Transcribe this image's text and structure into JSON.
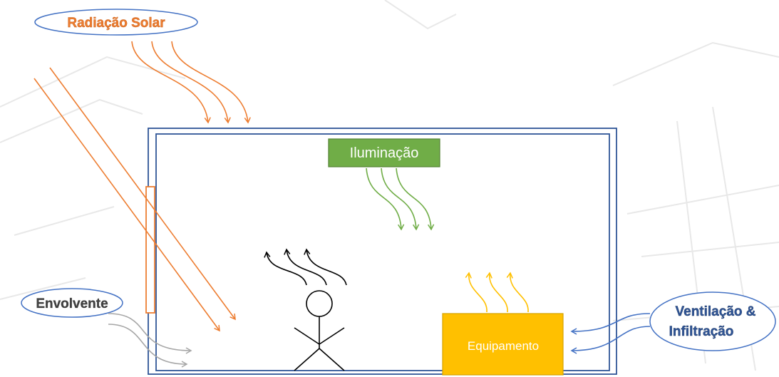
{
  "labels": {
    "solar": "Radiação Solar",
    "lighting": "Iluminação",
    "envelope": "Envolvente",
    "equipment": "Equipamento",
    "ventilation_line1": "Ventilação &",
    "ventilation_line2": "Infiltração"
  },
  "colors": {
    "solar": "#ED7D31",
    "lighting": "#70AD47",
    "lighting_border": "#548235",
    "equipment": "#FFC000",
    "equipment_border": "#D6A300",
    "ventilation": "#4472C4",
    "envelope": "#A6A6A6",
    "room": "#2F5597",
    "person": "#000000",
    "background_sketch": "#E3E3E3"
  }
}
